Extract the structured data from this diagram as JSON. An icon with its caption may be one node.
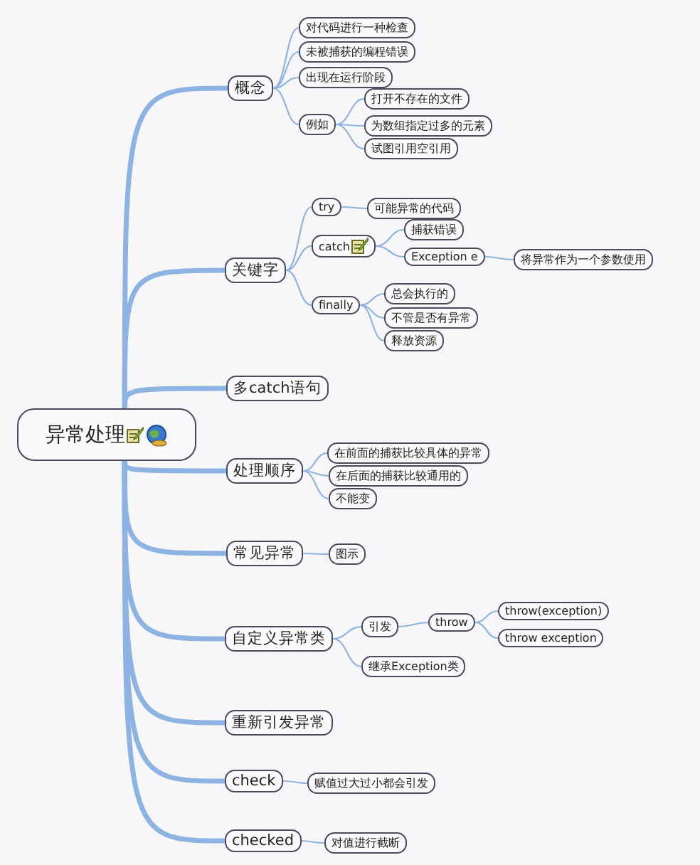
{
  "diagram": {
    "nodes": [
      {
        "text": [
          "异常处理"
        ]
      },
      {
        "text": [
          "概念"
        ]
      },
      {
        "text": [
          "对代码进行一种检查"
        ]
      },
      {
        "text": [
          "未被捕获的编程错误"
        ]
      },
      {
        "text": [
          "出现在运行阶段"
        ]
      },
      {
        "text": [
          "例如"
        ]
      },
      {
        "text": [
          "打开不存在的文件"
        ]
      },
      {
        "text": [
          "为数组指定过多的元素"
        ]
      },
      {
        "text": [
          "试图引用空引用"
        ]
      },
      {
        "text": [
          "关键字"
        ]
      },
      {
        "text": [
          "try"
        ]
      },
      {
        "text": [
          "可能异常的代码"
        ]
      },
      {
        "text": [
          "catch"
        ]
      },
      {
        "text": [
          "捕获错误"
        ]
      },
      {
        "text": [
          "Exception  e"
        ]
      },
      {
        "text": [
          "将异常作为一个参数使用"
        ]
      },
      {
        "text": [
          "finally"
        ]
      },
      {
        "text": [
          "总会执行的"
        ]
      },
      {
        "text": [
          "不管是否有异常"
        ]
      },
      {
        "text": [
          "释放资源"
        ]
      },
      {
        "text": [
          "多catch语句"
        ]
      },
      {
        "text": [
          "处理顺序"
        ]
      },
      {
        "text": [
          "在前面的捕获比较具体的异常"
        ]
      },
      {
        "text": [
          "在后面的捕获比较通用的"
        ]
      },
      {
        "text": [
          "不能变"
        ]
      },
      {
        "text": [
          "常见异常"
        ]
      },
      {
        "text": [
          "图示"
        ]
      },
      {
        "text": [
          "自定义异常类"
        ]
      },
      {
        "text": [
          "引发"
        ]
      },
      {
        "text": [
          "throw"
        ]
      },
      {
        "text": [
          "throw(exception)"
        ]
      },
      {
        "text": [
          "throw exception"
        ]
      },
      {
        "text": [
          "继承Exception类"
        ]
      },
      {
        "text": [
          "重新引发异常"
        ]
      },
      {
        "text": [
          "check"
        ]
      },
      {
        "text": [
          "赋值过大过小都会引发"
        ]
      },
      {
        "text": [
          "checked"
        ]
      },
      {
        "text": [
          "对值进行截断"
        ]
      }
    ],
    "edges": [
      {
        "from": 0,
        "to": 1,
        "arrow": "none",
        "style": "thick"
      },
      {
        "from": 1,
        "to": 2,
        "arrow": "none"
      },
      {
        "from": 1,
        "to": 3,
        "arrow": "none"
      },
      {
        "from": 1,
        "to": 4,
        "arrow": "none"
      },
      {
        "from": 1,
        "to": 5,
        "arrow": "none"
      },
      {
        "from": 5,
        "to": 6,
        "arrow": "none"
      },
      {
        "from": 5,
        "to": 7,
        "arrow": "none"
      },
      {
        "from": 5,
        "to": 8,
        "arrow": "none"
      },
      {
        "from": 0,
        "to": 9,
        "arrow": "none",
        "style": "thick"
      },
      {
        "from": 9,
        "to": 10,
        "arrow": "none"
      },
      {
        "from": 10,
        "to": 11,
        "arrow": "none"
      },
      {
        "from": 9,
        "to": 12,
        "arrow": "none"
      },
      {
        "from": 12,
        "to": 13,
        "arrow": "none"
      },
      {
        "from": 12,
        "to": 14,
        "arrow": "none"
      },
      {
        "from": 14,
        "to": 15,
        "arrow": "none"
      },
      {
        "from": 9,
        "to": 16,
        "arrow": "none"
      },
      {
        "from": 16,
        "to": 17,
        "arrow": "none"
      },
      {
        "from": 16,
        "to": 18,
        "arrow": "none"
      },
      {
        "from": 16,
        "to": 19,
        "arrow": "none"
      },
      {
        "from": 0,
        "to": 20,
        "arrow": "none",
        "style": "thick"
      },
      {
        "from": 0,
        "to": 21,
        "arrow": "none",
        "style": "thick"
      },
      {
        "from": 21,
        "to": 22,
        "arrow": "none"
      },
      {
        "from": 21,
        "to": 23,
        "arrow": "none"
      },
      {
        "from": 21,
        "to": 24,
        "arrow": "none"
      },
      {
        "from": 0,
        "to": 25,
        "arrow": "none",
        "style": "thick"
      },
      {
        "from": 25,
        "to": 26,
        "arrow": "none"
      },
      {
        "from": 0,
        "to": 27,
        "arrow": "none",
        "style": "thick"
      },
      {
        "from": 27,
        "to": 28,
        "arrow": "none"
      },
      {
        "from": 28,
        "to": 29,
        "arrow": "none"
      },
      {
        "from": 29,
        "to": 30,
        "arrow": "none"
      },
      {
        "from": 29,
        "to": 31,
        "arrow": "none"
      },
      {
        "from": 27,
        "to": 32,
        "arrow": "none"
      },
      {
        "from": 0,
        "to": 33,
        "arrow": "none",
        "style": "thick"
      },
      {
        "from": 0,
        "to": 34,
        "arrow": "none",
        "style": "thick"
      },
      {
        "from": 34,
        "to": 35,
        "arrow": "none"
      },
      {
        "from": 0,
        "to": 36,
        "arrow": "none",
        "style": "thick"
      },
      {
        "from": 36,
        "to": 37,
        "arrow": "none"
      }
    ]
  }
}
